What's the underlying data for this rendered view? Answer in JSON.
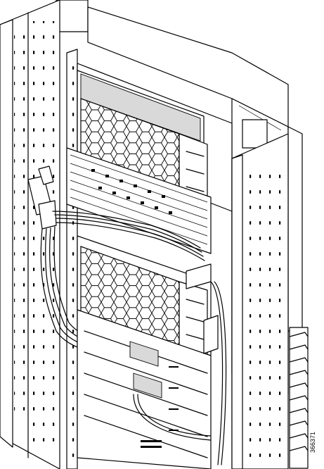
{
  "figure": {
    "id_label": "366371"
  },
  "colors": {
    "line": "#000000",
    "background": "#ffffff",
    "shade": "#d9d9d9"
  },
  "icons": [
    "honeycomb-fan-grille",
    "cisco-logo",
    "cable-bundle",
    "rack-rail-holes"
  ]
}
